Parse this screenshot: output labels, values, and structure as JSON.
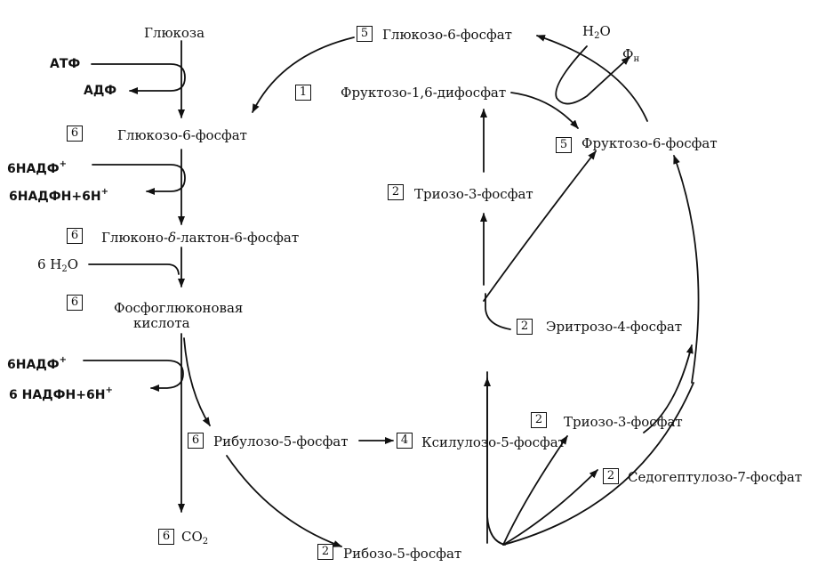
{
  "compounds": {
    "glucose": "Глюкоза",
    "g6p_top": "Глюкозо-6-фосфат",
    "g6p_left": "Глюкозо-6-фосфат",
    "lactone": "Глюконо-",
    "lactone_delta": "δ",
    "lactone_rest": "-лактон-6-фосфат",
    "phosphogluconic_1": "Фосфоглюконовая",
    "phosphogluconic_2": "кислота",
    "ribulose": "Рибулозо-5-фосфат",
    "xylulose": "Ксилулозо-5-фосфат",
    "ribose": "Рибозо-5-фосфат",
    "fructose16": "Фруктозо-1,6-дифосфат",
    "fructose6": "Фруктозо-6-фосфат",
    "triose_upper": "Триозо-3-фосфат",
    "triose_lower": "Триозо-3-фосфат",
    "erythrose": "Эритрозо-4-фосфат",
    "sedoheptulose": "Седогептулозо-7-фосфат",
    "co2": "CO",
    "co2_sub": "2"
  },
  "cofactors": {
    "atp": "АТФ",
    "adp": "АДФ",
    "nadp1": "6НАДФ",
    "nadp1_sup": "+",
    "nadph1": "6НАДФН+6Н",
    "nadph1_sup": "+",
    "water_left": "6 H",
    "water_left_sub": "2",
    "water_left_o": "O",
    "nadp2": "6НАДФ",
    "nadp2_sup": "+",
    "nadph2": "6 НАДФН+6Н",
    "nadph2_sup": "+",
    "water_top": "H",
    "water_top_sub": "2",
    "water_top_o": "O",
    "phosphate": "Ф",
    "phosphate_sub": "н"
  },
  "stoichiometry": {
    "g6p_top": "5",
    "step1": "1",
    "g6p_left": "6",
    "lactone": "6",
    "phosphogluconic": "6",
    "ribulose": "6",
    "co2": "6",
    "xylulose": "4",
    "ribose": "2",
    "fructose6": "5",
    "triose_upper": "2",
    "erythrose": "2",
    "triose_lower": "2",
    "sedoheptulose": "2"
  }
}
